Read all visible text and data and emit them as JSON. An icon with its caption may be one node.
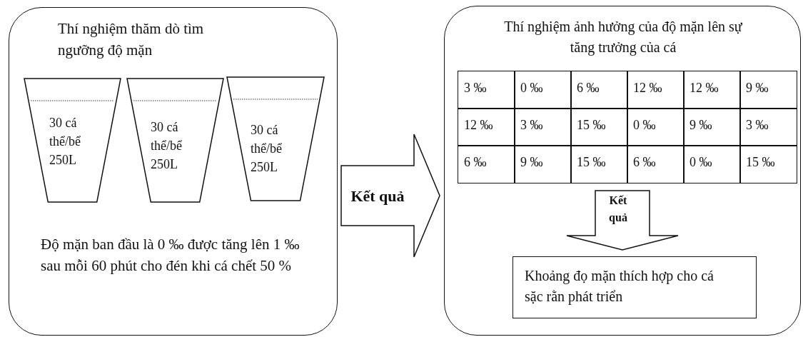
{
  "diagram": {
    "nodes": [
      {
        "text": [
          "Thí nghiệm thăm dò tìm ngưỡng độ mặn",
          "Độ mặn ban đầu là 0 ‰ được tăng lên 1 ‰ sau mỗi 60 phút cho đén khi cá chết 50 %"
        ]
      },
      {
        "text": [
          "30 cá thể/bể 250L"
        ],
        "in": 0
      },
      {
        "text": [
          "30 cá thể/bể 250L"
        ],
        "in": 0
      },
      {
        "text": [
          "30 cá thể/bể 250L"
        ],
        "in": 0
      },
      {
        "text": [
          "Thí nghiệm ảnh hưởng của độ mặn lên sự tăng trưởng của cá"
        ]
      },
      {
        "text": [],
        "shape": "box",
        "in": 4
      },
      {
        "text": [
          "Khoảng đọ mặn thích hợp cho cá sặc rằn phát triển"
        ],
        "in": 4
      }
    ],
    "edges": [
      {
        "from": 0,
        "to": 4,
        "arrow": "to",
        "label": "Kết quả"
      },
      {
        "from": 5,
        "to": 6,
        "arrow": "to",
        "label": "Kết quả"
      }
    ],
    "labels": [
      "3 ‰",
      "0 ‰",
      "6 ‰",
      "12 ‰",
      "12 ‰",
      "9 ‰",
      "12 ‰",
      "3 ‰",
      "15 ‰",
      "0 ‰",
      "9 ‰",
      "3 ‰",
      "6 ‰",
      "9 ‰",
      "15 ‰",
      "6 ‰",
      "0 ‰",
      "15 ‰"
    ]
  }
}
